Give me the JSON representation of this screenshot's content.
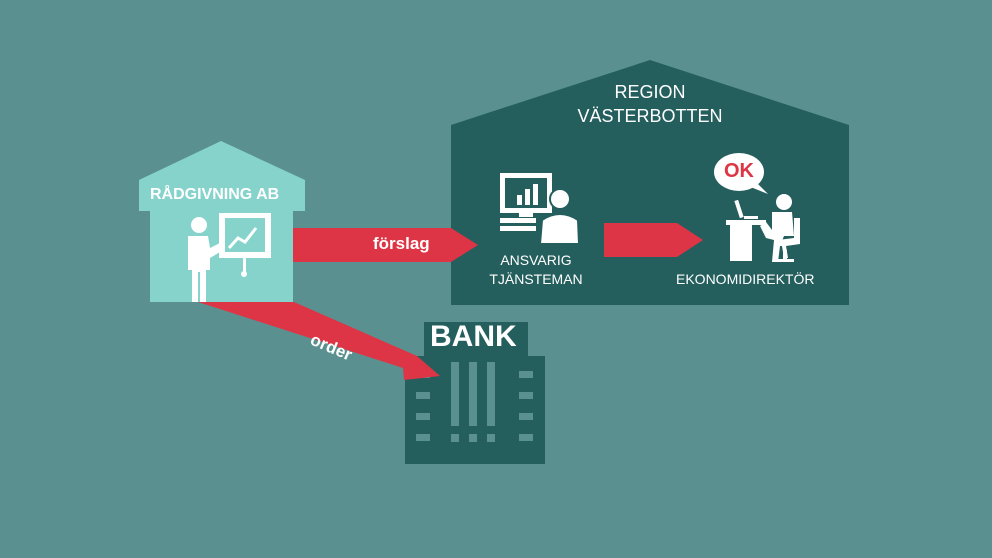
{
  "colors": {
    "background": "#5a9190",
    "consultant_house": "#86d3cc",
    "region_house": "#245f5e",
    "bank": "#245f5e",
    "arrow": "#dd3545",
    "text": "#ffffff",
    "ok_text": "#dd3545"
  },
  "consultant": {
    "title": "RÅDGIVNING AB",
    "icons": [
      "presenter-person-icon",
      "chart-board-icon"
    ]
  },
  "region": {
    "title_line1": "REGION",
    "title_line2": "VÄSTERBOTTEN",
    "official_line1": "ANSVARIG",
    "official_line2": "TJÄNSTEMAN",
    "director": "EKONOMIDIREKTÖR",
    "ok_bubble": "OK",
    "icons": [
      "computer-user-icon",
      "desk-worker-icon",
      "speech-bubble-icon"
    ]
  },
  "bank": {
    "title": "BANK",
    "icons": [
      "bank-building-icon"
    ]
  },
  "arrows": {
    "proposal": "förslag",
    "order": "order",
    "approval_arrow": ""
  }
}
